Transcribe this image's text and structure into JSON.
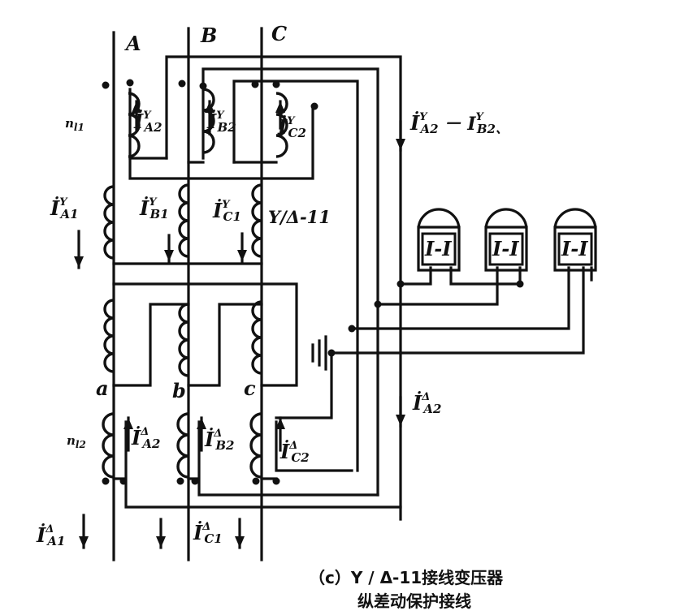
{
  "phases": {
    "a": "A",
    "b": "B",
    "c": "C"
  },
  "secondary_terminals": {
    "a": "a",
    "b": "b",
    "c": "c"
  },
  "ct_labels": {
    "n1": "n",
    "n1_sub": "l1",
    "n2": "n",
    "n2_sub": "l2"
  },
  "transformer_label": "Y/Δ-11",
  "currents": {
    "IYA2": {
      "main": "İ",
      "sup": "Y",
      "sub": "A2"
    },
    "IYB2": {
      "main": "İ",
      "sup": "Y",
      "sub": "B2"
    },
    "IYC2": {
      "main": "İ",
      "sup": "Y",
      "sub": "C2"
    },
    "IYA1": {
      "main": "İ",
      "sup": "Y",
      "sub": "A1"
    },
    "IYB1": {
      "main": "İ",
      "sup": "Y",
      "sub": "B1"
    },
    "IYC1": {
      "main": "İ",
      "sup": "Y",
      "sub": "C1"
    },
    "diff": {
      "main": "İ",
      "sup": "Y",
      "sub": "A2",
      "minus": "－ I",
      "sup2": "Y",
      "sub2": "B2、"
    },
    "IDA2": {
      "main": "İ",
      "sup": "Δ",
      "sub": "A2"
    },
    "IDB2": {
      "main": "İ",
      "sup": "Δ",
      "sub": "B2"
    },
    "IDC2": {
      "main": "İ",
      "sup": "Δ",
      "sub": "C2"
    },
    "IDA2r": {
      "main": "İ",
      "sup": "Δ",
      "sub": "A2"
    },
    "IDA1": {
      "main": "İ",
      "sup": "Δ",
      "sub": "A1"
    },
    "IDC1": {
      "main": "İ",
      "sup": "Δ",
      "sub": "C1"
    }
  },
  "relays": [
    "I-I",
    "I-I",
    "I-I"
  ],
  "caption": {
    "line1": "（c）Y / Δ-11接线变压器",
    "line2": "纵差动保护接线"
  }
}
